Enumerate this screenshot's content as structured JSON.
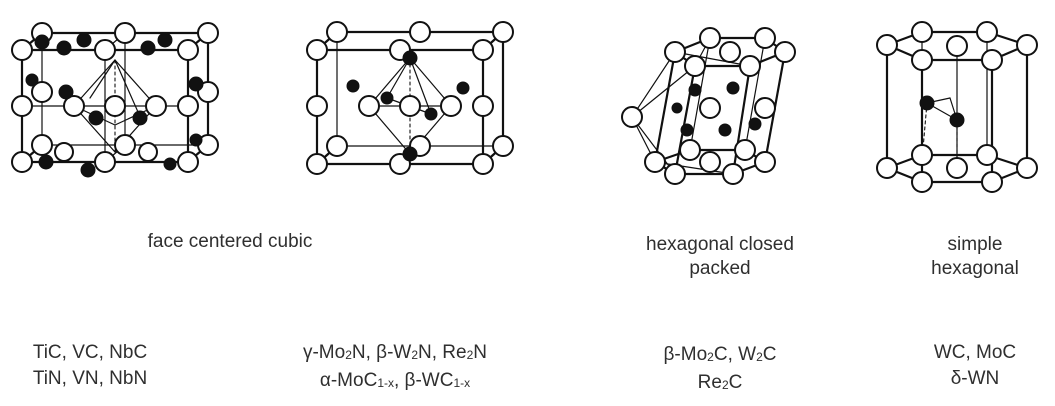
{
  "structures": [
    {
      "id": "fcc",
      "label_lines": [
        "face centered cubic"
      ]
    },
    {
      "id": "hcp",
      "label_lines": [
        "hexagonal closed",
        "packed"
      ]
    },
    {
      "id": "sh",
      "label_lines": [
        "simple",
        "hexagonal"
      ]
    }
  ],
  "compounds": [
    {
      "lines": [
        [
          {
            "t": "TiC, VC, NbC"
          }
        ],
        [
          {
            "t": "TiN, VN, NbN"
          }
        ]
      ]
    },
    {
      "lines": [
        [
          {
            "t": "γ-Mo"
          },
          {
            "s": "2"
          },
          {
            "t": "N, β-W"
          },
          {
            "s": "2"
          },
          {
            "t": "N, Re"
          },
          {
            "s": "2"
          },
          {
            "t": "N"
          }
        ],
        [
          {
            "t": "α-MoC"
          },
          {
            "s": "1-x"
          },
          {
            "t": ", β-WC"
          },
          {
            "s": "1-x"
          }
        ]
      ]
    },
    {
      "lines": [
        [
          {
            "t": "β-Mo"
          },
          {
            "s": "2"
          },
          {
            "t": "C, W"
          },
          {
            "s": "2"
          },
          {
            "t": "C"
          }
        ],
        [
          {
            "t": "Re"
          },
          {
            "s": "2"
          },
          {
            "t": "C"
          }
        ]
      ]
    },
    {
      "lines": [
        [
          {
            "t": "WC, MoC"
          }
        ],
        [
          {
            "t": "δ-WN"
          }
        ]
      ]
    }
  ]
}
